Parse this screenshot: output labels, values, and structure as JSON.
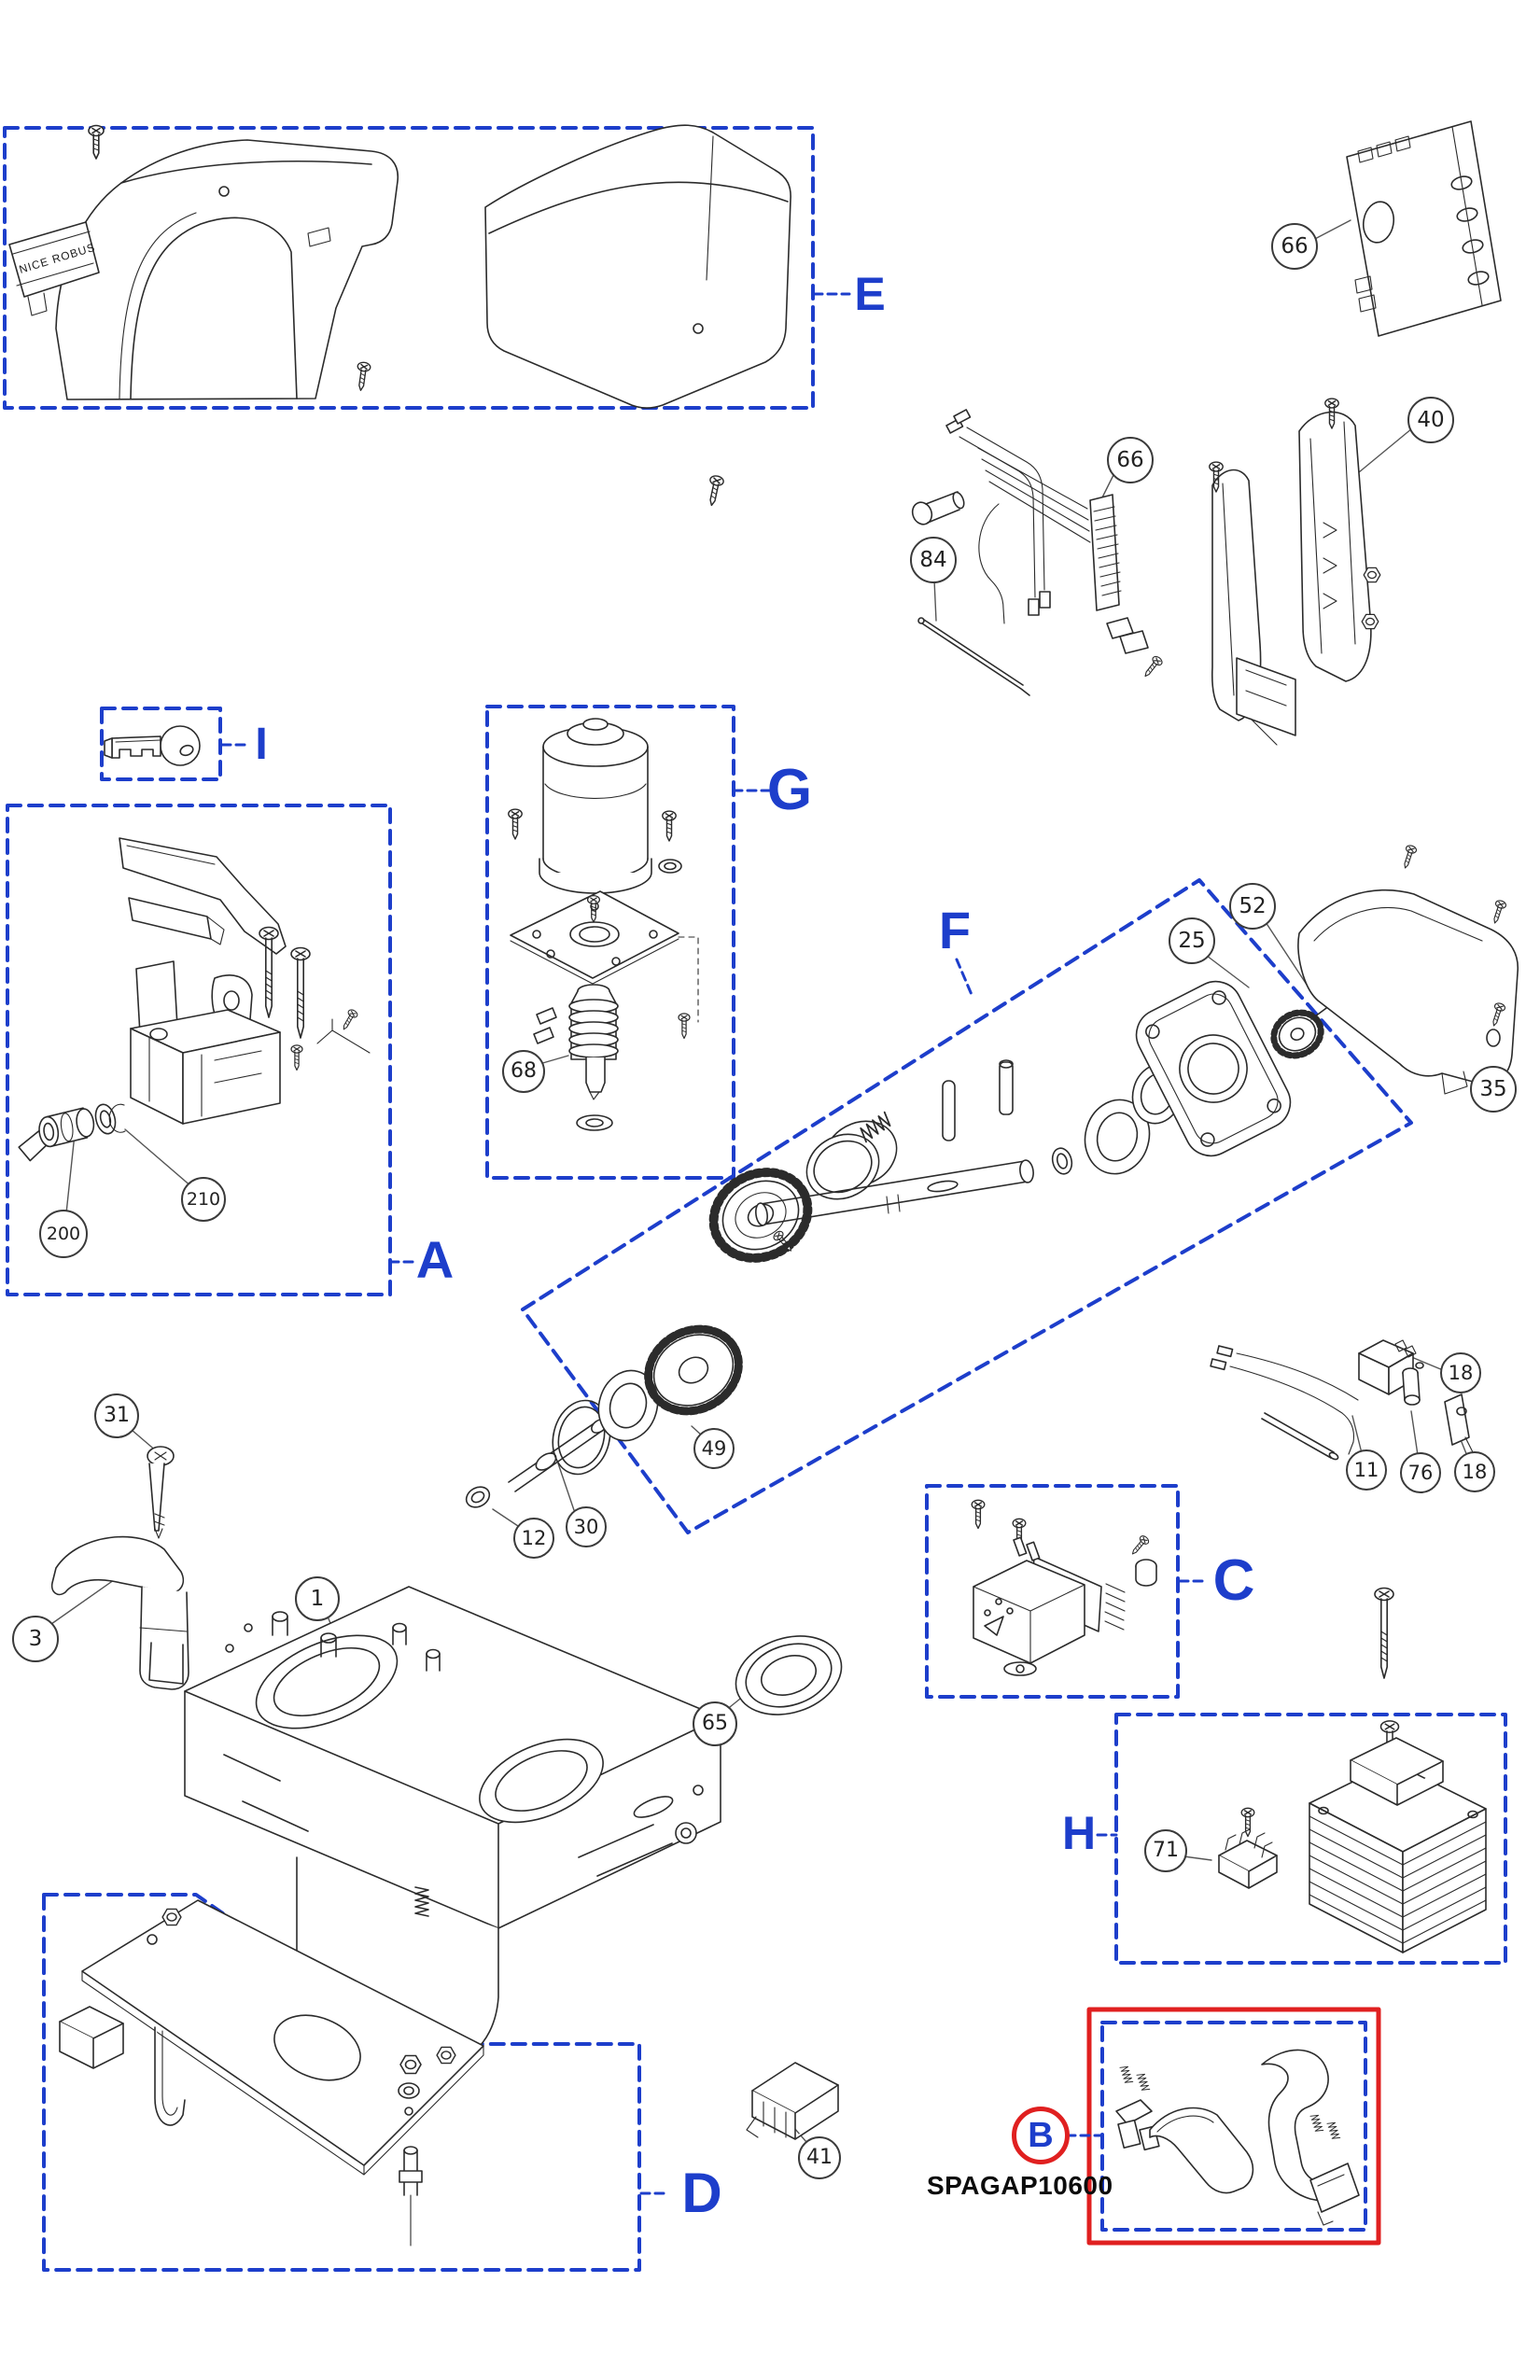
{
  "colors": {
    "section_box_blue": "#1d3ecb",
    "section_label_blue": "#1d3ecb",
    "highlight_red": "#e02020",
    "line_art": "#2b2b2b",
    "background": "#ffffff"
  },
  "cover": {
    "brand_plate": "NICE ROBUS"
  },
  "sections": {
    "E": {
      "label": "E"
    },
    "I": {
      "label": "I"
    },
    "G": {
      "label": "G"
    },
    "A": {
      "label": "A"
    },
    "F": {
      "label": "F"
    },
    "C": {
      "label": "C"
    },
    "H": {
      "label": "H"
    },
    "D": {
      "label": "D"
    },
    "B": {
      "label": "B",
      "part_code": "SPAGAP10600"
    }
  },
  "callouts": {
    "c66_board": {
      "label": "66"
    },
    "c40": {
      "label": "40"
    },
    "c66_harness": {
      "label": "66"
    },
    "c84": {
      "label": "84"
    },
    "c68": {
      "label": "68"
    },
    "c200": {
      "label": "200"
    },
    "c210": {
      "label": "210"
    },
    "c31": {
      "label": "31"
    },
    "c3": {
      "label": "3"
    },
    "c1": {
      "label": "1"
    },
    "c12": {
      "label": "12"
    },
    "c30": {
      "label": "30"
    },
    "c49": {
      "label": "49"
    },
    "c65": {
      "label": "65"
    },
    "c25": {
      "label": "25"
    },
    "c52": {
      "label": "52"
    },
    "c35": {
      "label": "35"
    },
    "c18_switch": {
      "label": "18"
    },
    "c11": {
      "label": "11"
    },
    "c76": {
      "label": "76"
    },
    "c18_fuse": {
      "label": "18"
    },
    "c71": {
      "label": "71"
    },
    "c41": {
      "label": "41"
    }
  }
}
